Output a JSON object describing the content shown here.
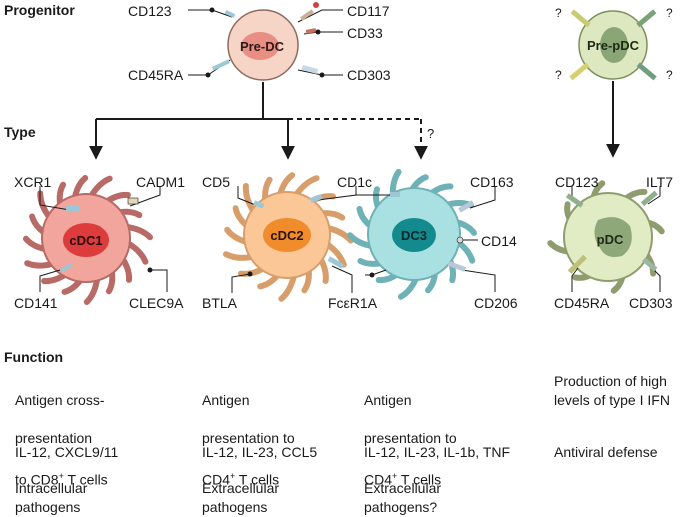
{
  "sections": {
    "progenitor": "Progenitor",
    "type": "Type",
    "function": "Function"
  },
  "progenitors": {
    "pre_dc": {
      "name": "Pre-DC",
      "markers": [
        "CD123",
        "CD117",
        "CD33",
        "CD45RA",
        "CD303"
      ]
    },
    "pre_pdc": {
      "name": "Pre-pDC",
      "unknown_markers": [
        "?",
        "?",
        "?",
        "?"
      ]
    }
  },
  "uncertain_link": "?",
  "cells": [
    {
      "name": "cDC1",
      "markers": [
        "XCR1",
        "CADM1",
        "CD141",
        "CLEC9A"
      ]
    },
    {
      "name": "cDC2",
      "markers": [
        "CD5",
        "BTLA",
        "FcεR1A"
      ]
    },
    {
      "name": "DC3",
      "markers": [
        "CD163",
        "CD14",
        "CD206"
      ],
      "shared_marker": "CD1c"
    },
    {
      "name": "pDC",
      "markers": [
        "CD123",
        "ILT7",
        "CD45RA",
        "CD303"
      ]
    }
  ],
  "functions": [
    {
      "role": [
        "Antigen cross-",
        "presentation",
        "to CD8",
        "+",
        " T cells"
      ],
      "cytokines": "IL-12, CXCL9/11",
      "pathogens": "Intracellular\npathogens"
    },
    {
      "role": [
        "Antigen",
        "presentation to",
        "CD4",
        "+",
        " T cells"
      ],
      "cytokines": "IL-12, IL-23, CCL5",
      "pathogens": "Extracellular\npathogens"
    },
    {
      "role": [
        "Antigen",
        "presentation to",
        "CD4",
        "+",
        " T cells"
      ],
      "cytokines": "IL-12, IL-23, IL-1b, TNF",
      "pathogens": "Extracellular\npathogens?"
    },
    {
      "role_text": "Production of high\nlevels of type I IFN",
      "cytokines": "Antiviral defense",
      "pathogens": ""
    }
  ],
  "colors": {
    "pre_dc_fill": "#f6d5c6",
    "pre_dc_nucleus": "#e88e82",
    "pre_pdc_fill": "#dde8c0",
    "pre_pdc_nucleus": "#8aa676",
    "cdc1_fill": "#f2a59c",
    "cdc1_nucleus": "#dc3c3c",
    "cdc2_fill": "#fbc796",
    "cdc2_nucleus": "#f08c2c",
    "dc3_fill": "#a9e0e2",
    "dc3_nucleus": "#138a8e",
    "pdc_fill": "#e2ecc4",
    "pdc_nucleus": "#8fa87a",
    "receptor": "#9cc7d6",
    "line": "#1a1a1a"
  }
}
